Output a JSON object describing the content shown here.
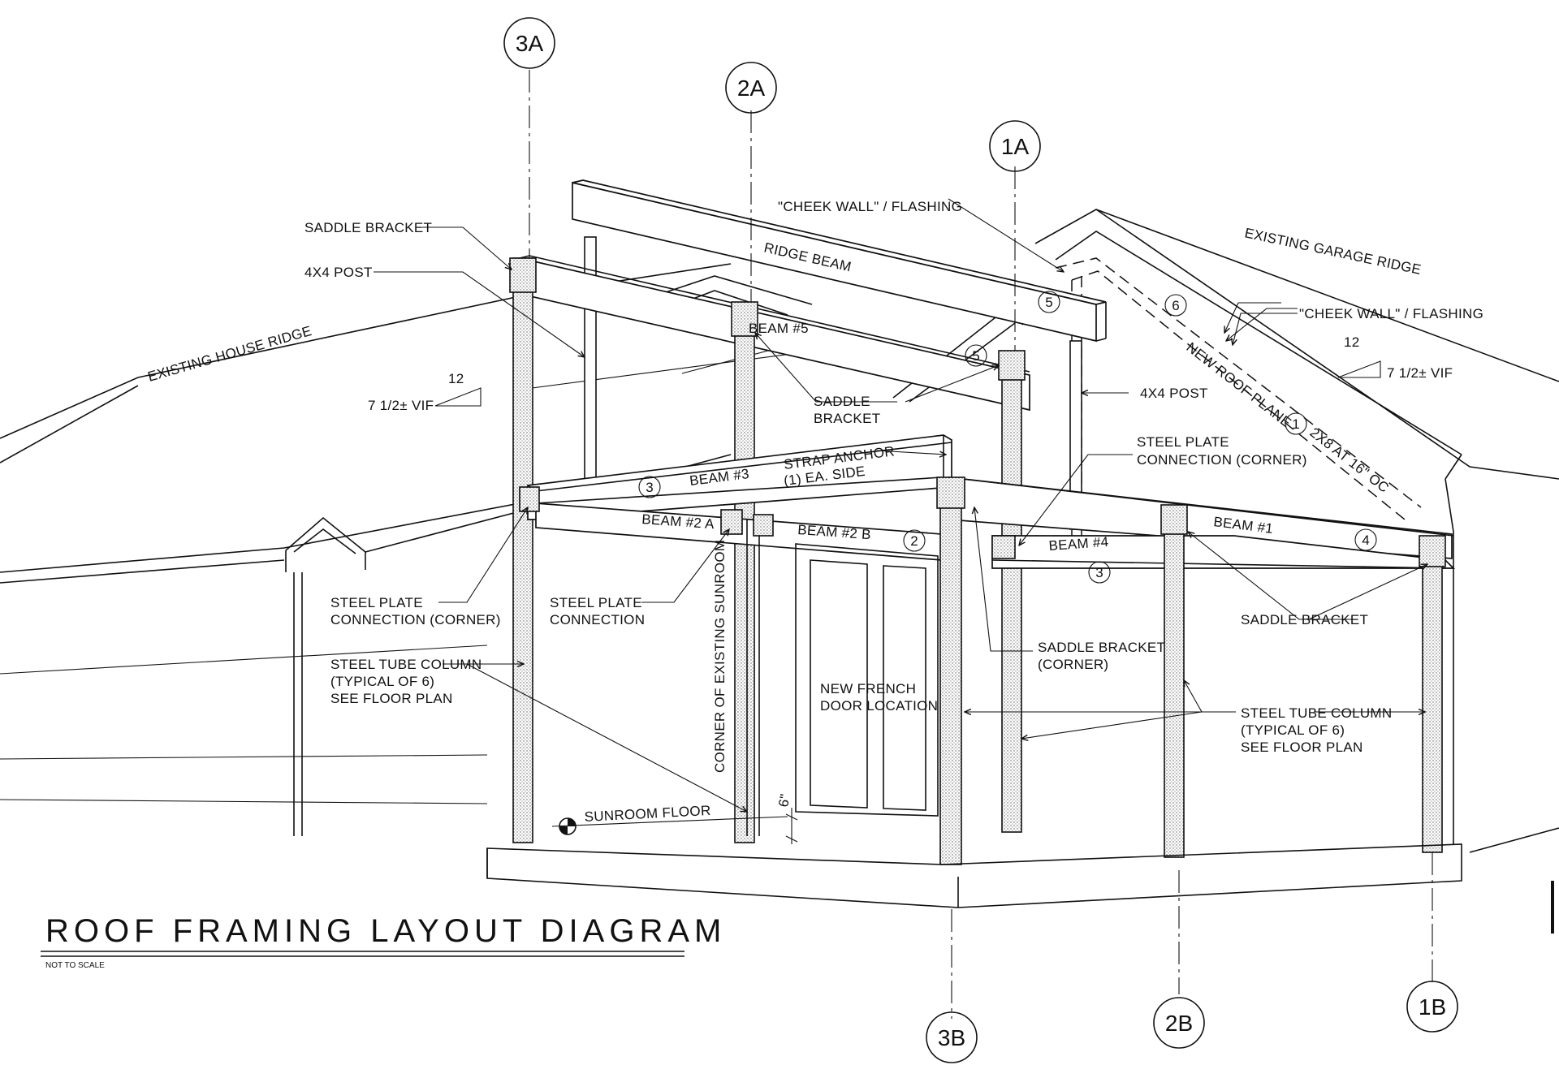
{
  "title": "ROOF FRAMING LAYOUT DIAGRAM",
  "subtitle": "NOT TO SCALE",
  "grid_labels": [
    "3A",
    "2A",
    "1A",
    "3B",
    "2B",
    "1B"
  ],
  "labels": {
    "saddle_bracket_top": "SADDLE BRACKET",
    "post_4x4_left": "4X4 POST",
    "existing_house_ridge": "EXISTING HOUSE RIDGE",
    "slope_left_rise": "12",
    "slope_left_run": "7 1/2± VIF",
    "ridge_beam": "RIDGE BEAM",
    "cheek_wall_left": "\"CHEEK WALL\" / FLASHING",
    "existing_garage_ridge": "EXISTING GARAGE RIDGE",
    "cheek_wall_right": "\"CHEEK WALL\" / FLASHING",
    "slope_right_rise": "12",
    "slope_right_run": "7 1/2± VIF",
    "beam5": "BEAM #5",
    "saddle_bracket_mid_1": "SADDLE",
    "saddle_bracket_mid_2": "BRACKET",
    "post_4x4_right": "4X4 POST",
    "new_roof_plane": "NEW ROOF PLANE",
    "rafters": "2X8 AT 16\" OC",
    "steel_plate_corner_right_1": "STEEL PLATE",
    "steel_plate_corner_right_2": "CONNECTION (CORNER)",
    "strap_anchor_1": "STRAP ANCHOR",
    "strap_anchor_2": "(1) EA. SIDE",
    "beam3": "BEAM #3",
    "beam2a": "BEAM #2 A",
    "beam2b": "BEAM #2 B",
    "beam4": "BEAM #4",
    "beam1": "BEAM #1",
    "steel_plate_corner_left_1": "STEEL PLATE",
    "steel_plate_corner_left_2": "CONNECTION (CORNER)",
    "steel_plate_conn_1": "STEEL PLATE",
    "steel_plate_conn_2": "CONNECTION",
    "corner_sunroom": "CORNER OF EXISTING SUNROOM",
    "saddle_bracket_right": "SADDLE BRACKET",
    "saddle_bracket_corner_1": "SADDLE BRACKET",
    "saddle_bracket_corner_2": "(CORNER)",
    "column_left_1": "STEEL TUBE COLUMN",
    "column_left_2": "(TYPICAL OF 6)",
    "column_left_3": "SEE FLOOR PLAN",
    "column_right_1": "STEEL TUBE COLUMN",
    "column_right_2": "(TYPICAL OF 6)",
    "column_right_3": "SEE FLOOR PLAN",
    "french_door_1": "NEW FRENCH",
    "french_door_2": "DOOR LOCATION",
    "sunroom_floor": "SUNROOM FLOOR",
    "dim_6": "6\""
  },
  "tags": {
    "t5a": "5",
    "t6": "6",
    "t5b": "5",
    "t1": "1",
    "t3a": "3",
    "t2": "2",
    "t4": "4",
    "t3b": "3"
  }
}
